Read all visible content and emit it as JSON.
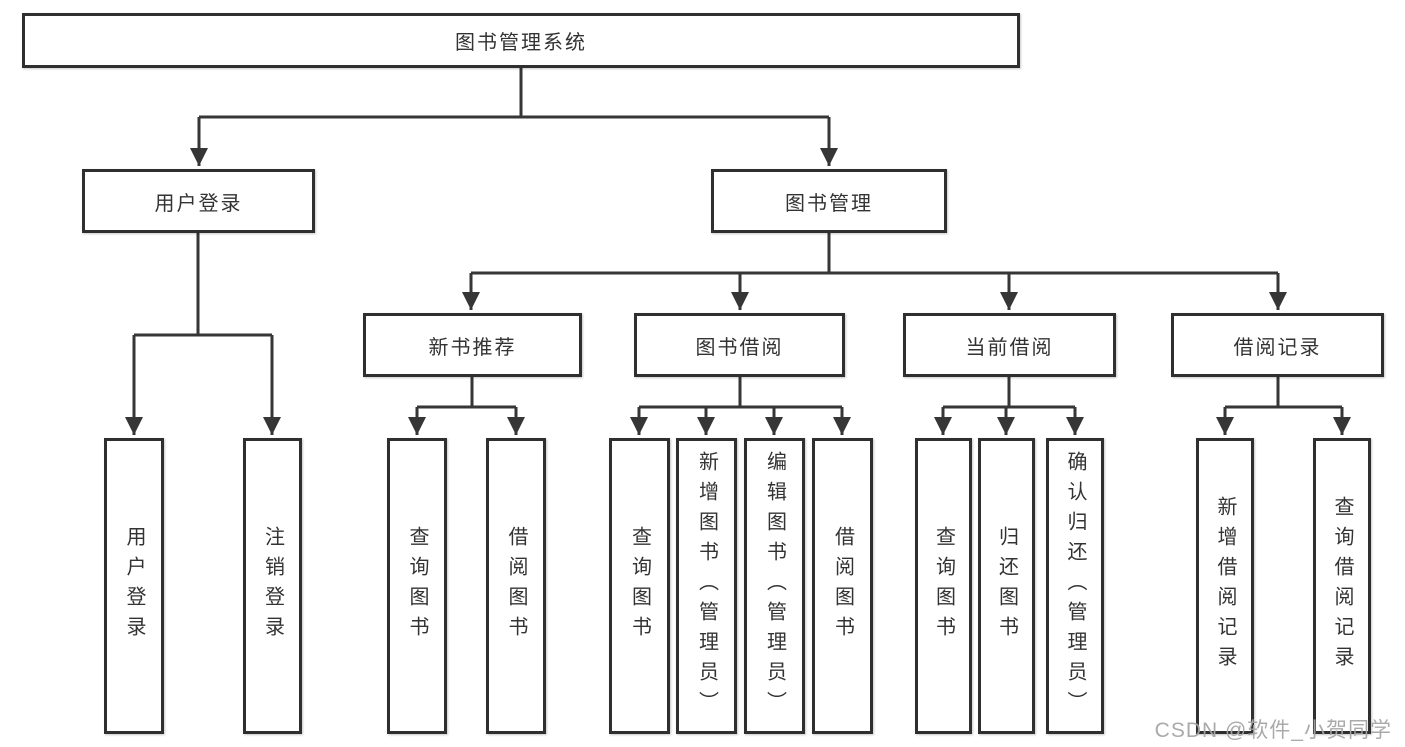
{
  "diagram": {
    "root": "图书管理系统",
    "level2": {
      "user_login": "用户登录",
      "book_mgmt": "图书管理"
    },
    "user_login_children": {
      "login": "用户登录",
      "logout": "注销登录"
    },
    "book_mgmt_children": {
      "new_book": "新书推荐",
      "borrow": "图书借阅",
      "current": "当前借阅",
      "records": "借阅记录"
    },
    "new_book_children": {
      "query": "查询图书",
      "borrow": "借阅图书"
    },
    "borrow_children": {
      "query": "查询图书",
      "add": "新增图书（管理员）",
      "edit": "编辑图书（管理员）",
      "borrow": "借阅图书"
    },
    "current_children": {
      "query": "查询图书",
      "return": "归还图书",
      "confirm": "确认归还（管理员）"
    },
    "records_children": {
      "add": "新增借阅记录",
      "query": "查询借阅记录"
    }
  },
  "watermark": "CSDN @软件_小贺同学",
  "colors": {
    "line": "#363636",
    "box_border": "#2f2f2f",
    "box_fill": "#ffffff",
    "text": "#333333",
    "watermark": "#a5a5a5"
  }
}
